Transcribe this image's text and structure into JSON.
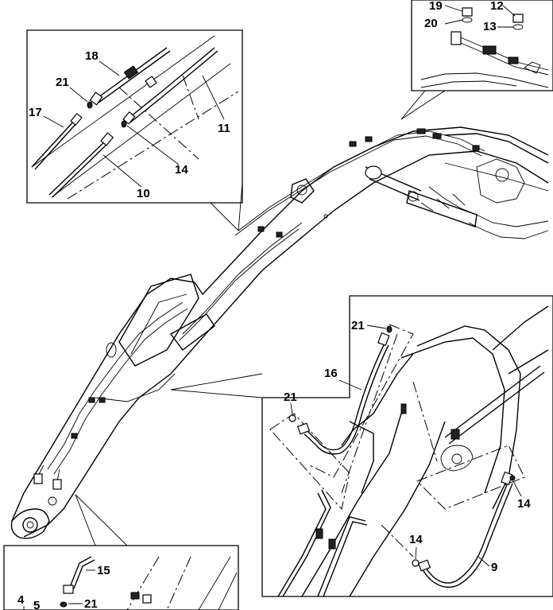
{
  "title": "Boom hydraulic piping exploded diagram",
  "callouts": {
    "c19": "19",
    "c12": "12",
    "c20": "20",
    "c13": "13",
    "c18": "18",
    "c21a": "21",
    "c17": "17",
    "c11": "11",
    "c14a": "14",
    "c10": "10",
    "c21b": "21",
    "c16": "16",
    "c21c": "21",
    "c14b": "14",
    "c14c": "14",
    "c9": "9",
    "c15": "15",
    "c4": "4",
    "c5": "5",
    "c21d": "21"
  }
}
